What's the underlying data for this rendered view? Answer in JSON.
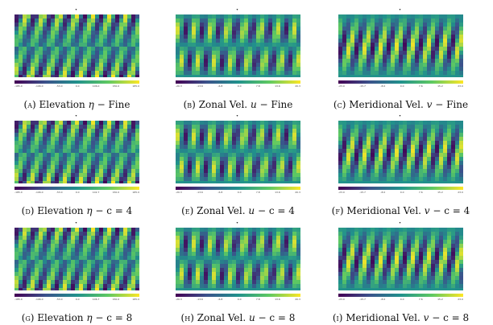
{
  "colormap": [
    "#440154",
    "#3b528b",
    "#21918c",
    "#5ec962",
    "#fde725"
  ],
  "panels": [
    {
      "id": "a",
      "pattern": "elevation",
      "cbar_ticks": [
        "-185.0",
        "-106.0",
        "-53.0",
        "0.0",
        "106.0",
        "150.0",
        "185.0"
      ],
      "caption": {
        "letter": "(a)",
        "label": "Elevation",
        "sym": "η",
        "suffix": "− Fine"
      }
    },
    {
      "id": "b",
      "pattern": "zonal",
      "cbar_ticks": [
        "-20.3",
        "-13.6",
        "-6.8",
        "0.0",
        "7.8",
        "13.6",
        "20.3"
      ],
      "caption": {
        "letter": "(b)",
        "label": "Zonal Vel.",
        "sym": "u",
        "suffix": "− Fine"
      }
    },
    {
      "id": "c",
      "pattern": "meridional",
      "cbar_ticks": [
        "-23.0",
        "-15.7",
        "-8.0",
        "0.0",
        "7.6",
        "15.2",
        "23.0"
      ],
      "caption": {
        "letter": "(c)",
        "label": "Meridional Vel.",
        "sym": "v",
        "suffix": "− Fine"
      }
    },
    {
      "id": "d",
      "pattern": "elevation",
      "cbar_ticks": [
        "-185.0",
        "-106.0",
        "-53.0",
        "0.0",
        "102.7",
        "150.0",
        "185.0"
      ],
      "caption": {
        "letter": "(d)",
        "label": "Elevation",
        "sym": "η",
        "suffix": "− c = 4"
      }
    },
    {
      "id": "e",
      "pattern": "zonal",
      "cbar_ticks": [
        "-20.3",
        "-13.6",
        "-6.8",
        "0.0",
        "7.8",
        "13.6",
        "20.3"
      ],
      "caption": {
        "letter": "(e)",
        "label": "Zonal Vel.",
        "sym": "u",
        "suffix": "− c = 4"
      }
    },
    {
      "id": "f",
      "pattern": "meridional",
      "cbar_ticks": [
        "-23.0",
        "-15.7",
        "-8.0",
        "0.0",
        "7.6",
        "15.2",
        "23.0"
      ],
      "caption": {
        "letter": "(f)",
        "label": "Meridional Vel.",
        "sym": "v",
        "suffix": "− c = 4"
      }
    },
    {
      "id": "g",
      "pattern": "elevation",
      "cbar_ticks": [
        "-185.0",
        "-106.0",
        "-53.0",
        "0.0",
        "106.7",
        "150.0",
        "185.0"
      ],
      "caption": {
        "letter": "(g)",
        "label": "Elevation",
        "sym": "η",
        "suffix": "− c = 8"
      }
    },
    {
      "id": "h",
      "pattern": "zonal",
      "cbar_ticks": [
        "-20.3",
        "-13.6",
        "-6.8",
        "0.0",
        "7.8",
        "13.6",
        "20.3"
      ],
      "caption": {
        "letter": "(h)",
        "label": "Zonal Vel.",
        "sym": "u",
        "suffix": "− c = 8"
      }
    },
    {
      "id": "i",
      "pattern": "meridional",
      "cbar_ticks": [
        "-23.0",
        "-15.7",
        "-8.0",
        "0.0",
        "7.6",
        "15.2",
        "23.0"
      ],
      "caption": {
        "letter": "(i)",
        "label": "Meridional Vel.",
        "sym": "v",
        "suffix": "− c = 8"
      }
    }
  ],
  "top_mark": "▾"
}
